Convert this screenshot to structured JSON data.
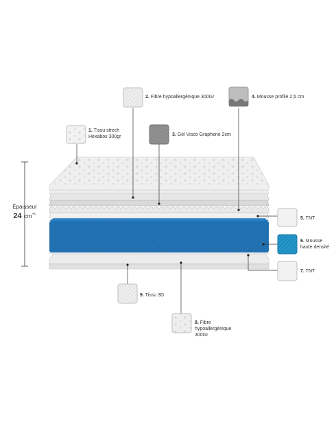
{
  "thickness": {
    "label": "Épaisseur",
    "value": "24",
    "unit": "cm",
    "tolerance": "+/-"
  },
  "layers": [
    {
      "num": "1.",
      "text1": "Tissu strech",
      "text2": "Hexabox 300gr"
    },
    {
      "num": "2.",
      "text1": "Fibre hypoallergénique 300Gr",
      "text2": ""
    },
    {
      "num": "3.",
      "text1": "Gel Visco Graphene 2cm",
      "text2": ""
    },
    {
      "num": "4.",
      "text1": "Mousse profilé 2,5 cm",
      "text2": ""
    },
    {
      "num": "5.",
      "text1": "TNT",
      "text2": ""
    },
    {
      "num": "6.",
      "text1": "Mousse",
      "text2": "haute densité"
    },
    {
      "num": "7.",
      "text1": "TNT",
      "text2": ""
    },
    {
      "num": "8.",
      "text1": "Fibre",
      "text2": "hypoallergénique",
      "text3": "300Gr"
    },
    {
      "num": "9.",
      "text1": "Tissu 3D",
      "text2": ""
    }
  ],
  "colors": {
    "foam_blue": "#1e6fb0",
    "swatch_blue": "#1b8fc4",
    "gel_grey": "#8a8a8a",
    "line": "#333333"
  }
}
